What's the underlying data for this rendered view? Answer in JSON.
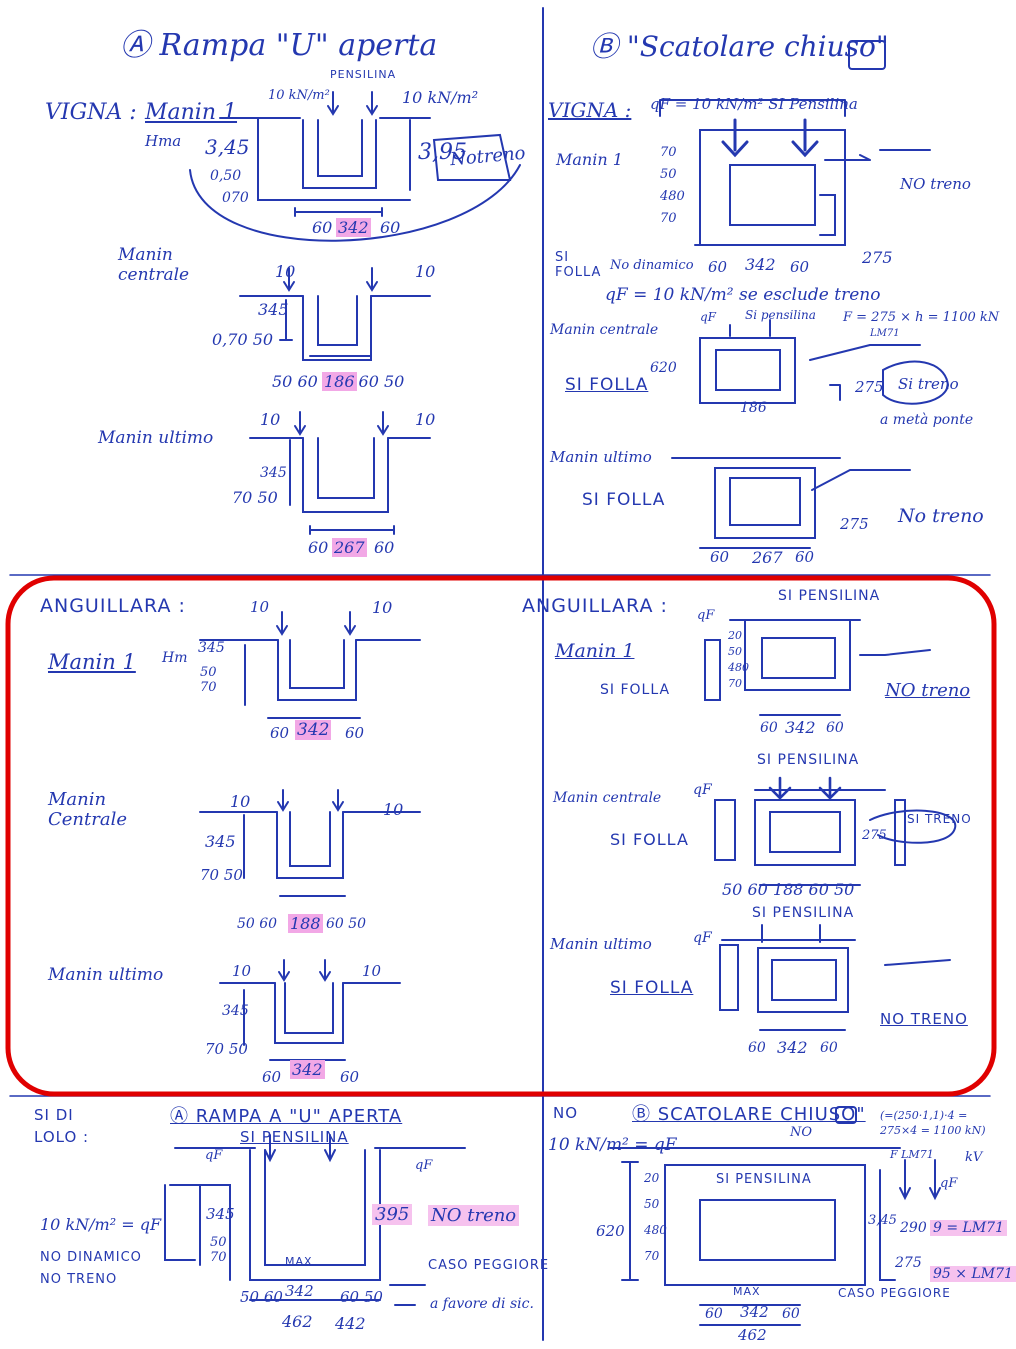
{
  "colors": {
    "ink": "#2438b0",
    "highlight": "#f2a8e6",
    "frame": "#e00000",
    "paper": "#ffffff"
  },
  "top_left": {
    "title": "Ⓐ Rampa \"U\" aperta",
    "section": "VIGNA :",
    "pensilina": "PENSILINA",
    "m1": {
      "label": "Manin 1",
      "hmax": "Hma",
      "load_l": "10 kN/m²",
      "load_r": "10 kN/m²",
      "h": "3,45",
      "h2": "3,95",
      "note": "Notreno",
      "d1": "0,50",
      "d2": "070",
      "w_l": "60",
      "w": "342",
      "w_r": "60"
    },
    "m2": {
      "label": "Manin centrale",
      "load_l": "10",
      "load_r": "10",
      "h": "345",
      "d": "0,70 50",
      "dims": "50 60 186 60 50",
      "w": "186"
    },
    "m3": {
      "label": "Manin ultimo",
      "load_l": "10",
      "load_r": "10",
      "h": "345",
      "d": "70 50",
      "w_l": "60",
      "w": "267",
      "w_r": "60"
    }
  },
  "top_right": {
    "title": "Ⓑ \"Scatolare chiuso\"",
    "section": "VIGNA :",
    "qf": "qF = 10 kN/m² SI Pensilina",
    "m1": {
      "label": "Manin 1",
      "dims": "70 50 480 70",
      "w_l": "60",
      "w": "342",
      "w_r": "60",
      "side": "275",
      "note": "NO treno"
    },
    "si_folla": "SI FOLLA",
    "no_dinamico": "No dinamico",
    "qf_note": "qF = 10 kN/m² se esclude treno",
    "m2": {
      "label": "Manin centrale",
      "qf": "qF",
      "pens": "Si pensilina",
      "f": "F = 275 × h = 1100 kN",
      "lm71": "LM71",
      "dims": "620",
      "folla": "SI FOLLA",
      "w": "186",
      "side": "275",
      "treno": "Si treno",
      "note": "a metà ponte"
    },
    "m3": {
      "label": "Manin ultimo",
      "folla": "SI FOLLA",
      "side": "275",
      "w_l": "60",
      "w": "267",
      "w_r": "60",
      "note": "No treno"
    }
  },
  "middle_left": {
    "section": "ANGUILLARA :",
    "m1": {
      "label": "Manin 1",
      "hm": "Hm",
      "h": "345",
      "d": "50 70",
      "load_l": "10",
      "load_r": "10",
      "w_l": "60",
      "w": "342",
      "w_r": "60"
    },
    "m2": {
      "label": "Manin Centrale",
      "load_l": "10",
      "load_r": "10",
      "h": "345",
      "d": "70 50",
      "dims": "50 60",
      "w": "188",
      "dims_r": "60 50"
    },
    "m3": {
      "label": "Manin ultimo",
      "load_l": "10",
      "load_r": "10",
      "h": "345",
      "d": "70 50",
      "w_l": "60",
      "w": "342",
      "w_r": "60"
    }
  },
  "middle_right": {
    "section": "ANGUILLARA :",
    "m1": {
      "label": "Manin 1",
      "pens": "SI PENSILINA",
      "qf": "qF",
      "dims": "20 50 480 70",
      "folla": "SI FOLLA",
      "w_l": "60",
      "w": "342",
      "w_r": "60",
      "note": "NO treno"
    },
    "m2": {
      "label": "Manin centrale",
      "pens": "SI PENSILINA",
      "qf": "qF",
      "folla": "SI FOLLA",
      "side": "275",
      "treno": "SI TRENO",
      "dims": "50 60 188 60 50"
    },
    "m3": {
      "label": "Manin ultimo",
      "pens": "SI PENSILINA",
      "qf": "qF",
      "folla": "SI FOLLA",
      "w_l": "60",
      "w": "342",
      "w_r": "60",
      "note": "NO TRENO"
    }
  },
  "bottom_left": {
    "section": "SI DI LOLO :",
    "title": "Ⓐ RAMPA A \"U\" APERTA",
    "pens": "SI PENSILINA",
    "qf_l": "qF",
    "qf_r": "qF",
    "load": "10 kN/m² = qF",
    "no_dinamico": "NO DINAMICO",
    "no_treno": "NO TRENO",
    "h": "345",
    "d": "50 70",
    "hr": "395",
    "note_r": "NO treno",
    "max": "MAX",
    "caso": "CASO PEGGIORE",
    "dims": "50 60",
    "w": "342",
    "dims_r": "60 50",
    "sum": "462",
    "sum2": "442",
    "favore": "a favore di sic."
  },
  "bottom_right": {
    "section": "NO",
    "title": "Ⓑ SCATOLARE CHIUSO\"",
    "load": "10 kN/m² = qF",
    "formula": "(=(250·1,1)·4 = 275×4 = 1100 kN)",
    "flm": "F LM71",
    "kv": "kV",
    "qf": "qF",
    "pens": "SI PENSILINA",
    "dims": "620",
    "dims_in": "20 50 480 70",
    "h": "3,45",
    "d": "290",
    "lm": "9 = LM71",
    "side": "275",
    "lm2": "95 × LM71",
    "max": "MAX",
    "caso": "CASO PEGGIORE",
    "w_l": "60",
    "w": "342",
    "w_r": "60",
    "sum": "462",
    "no": "NO"
  }
}
